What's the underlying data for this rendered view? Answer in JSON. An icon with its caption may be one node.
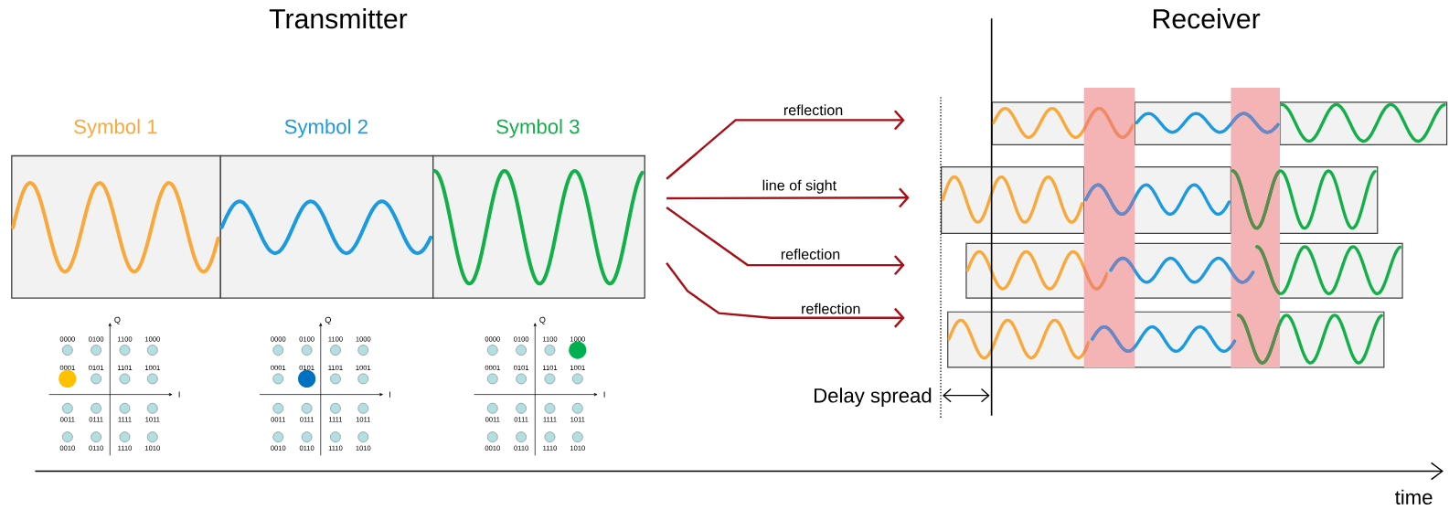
{
  "diagram": {
    "nodes": [
      {
        "text": [
          "Symbol 1"
        ]
      },
      {
        "text": [
          "Symbol 2"
        ]
      },
      {
        "text": [
          "Symbol 3"
        ]
      },
      {
        "text": [],
        "shape": "bar"
      },
      {
        "text": [],
        "shape": "bar"
      },
      {
        "text": [],
        "shape": "bar"
      },
      {
        "text": [],
        "shape": "bar"
      }
    ],
    "edges": [
      {
        "from": 2,
        "to": null,
        "arrow": "to",
        "label": "reflection"
      },
      {
        "from": 2,
        "to": null,
        "arrow": "to",
        "label": "line of sight"
      },
      {
        "from": 2,
        "to": null,
        "arrow": "to",
        "label": "reflection"
      },
      {
        "from": 2,
        "to": null,
        "arrow": "to",
        "label": "reflection"
      }
    ],
    "labels": [
      "Transmitter",
      "Receiver",
      "Delay spread",
      "time",
      "Q",
      "I",
      "0000",
      "0100",
      "1100",
      "1000",
      "0001",
      "0101",
      "1101",
      "1001",
      "0011",
      "0111",
      "1111",
      "1011",
      "0010",
      "0110",
      "1110",
      "1010",
      "Q",
      "I",
      "0000",
      "0100",
      "1100",
      "1000",
      "0001",
      "0101",
      "1101",
      "1001",
      "0011",
      "0111",
      "1111",
      "1011",
      "0010",
      "0110",
      "1110",
      "1010",
      "Q",
      "I",
      "0000",
      "0100",
      "1100",
      "1000",
      "0001",
      "0101",
      "1101",
      "1001",
      "0011",
      "0111",
      "1111",
      "1011",
      "0010",
      "0110",
      "1110",
      "1010"
    ]
  }
}
